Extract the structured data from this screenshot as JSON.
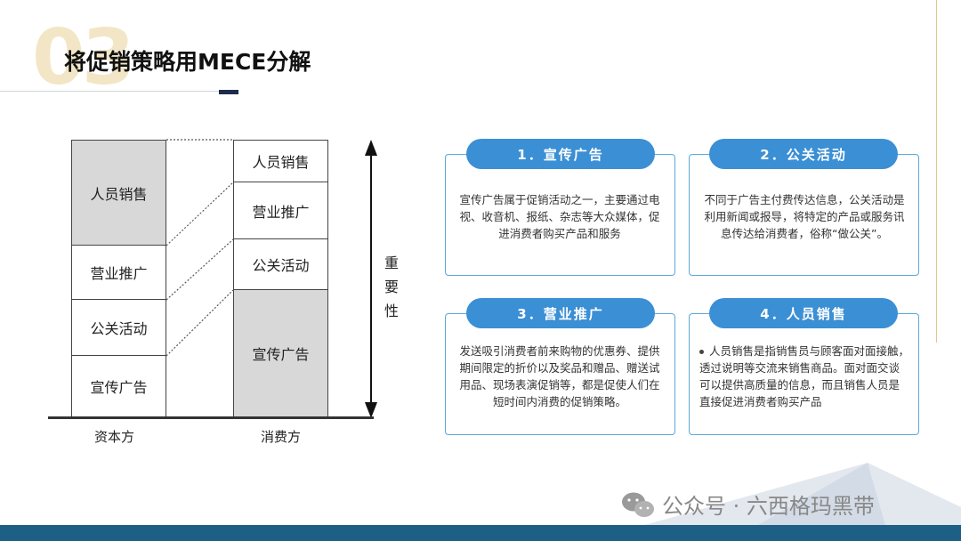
{
  "header": {
    "number": "03",
    "title": "将促销策略用MECE分解"
  },
  "diagram": {
    "capital_side": {
      "label": "资本方",
      "items": [
        "人员销售",
        "营业推广",
        "公关活动",
        "宣传广告"
      ]
    },
    "consumer_side": {
      "label": "消费方",
      "items": [
        "人员销售",
        "营业推广",
        "公关活动",
        "宣传广告"
      ]
    },
    "axis_label": "重要性"
  },
  "cards": [
    {
      "title": "1．宣传广告",
      "text": "宣传广告属于促销活动之一，主要通过电视、收音机、报纸、杂志等大众媒体，促进消费者购买产品和服务"
    },
    {
      "title": "2．公关活动",
      "text": "不同于广告主付费传达信息，公关活动是利用新闻或报导，将特定的产品或服务讯息传达给消费者，俗称“做公关”。"
    },
    {
      "title": "3．营业推广",
      "text": "发送吸引消费者前来购物的优惠券、提供期间限定的折价以及奖品和赠品、赠送试用品、现场表演促销等，都是促使人们在短时间内消费的促销策略。"
    },
    {
      "title": "4．人员销售",
      "text": "人员销售是指销售员与顾客面对面接触，透过说明等交流来销售商品。面对面交谈可以提供高质量的信息，而且销售人员是直接促进消费者购买产品"
    }
  ],
  "watermark": "公众号 · 六西格玛黑带",
  "colors": {
    "accent_blue": "#3b8fd4",
    "card_border": "#5aaad8",
    "footer_bar": "#1e5f86",
    "number_gold": "#f3e6c6",
    "shade": "#d8d8d8"
  }
}
